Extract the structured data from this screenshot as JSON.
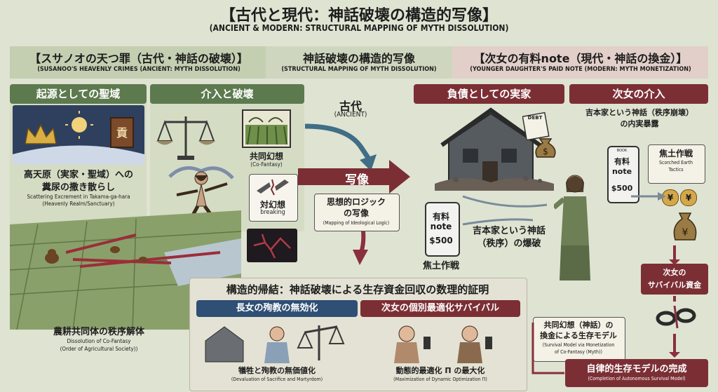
{
  "title": {
    "jp": "【古代と現代：神話破壊の構造的写像】",
    "en": "(ANCIENT & MODERN: STRUCTURAL MAPPING OF MYTH DISSOLUTION)"
  },
  "band": {
    "left_jp": "【スサノオの天つ罪（古代・神話の破壊）】",
    "left_en": "(SUSANOO'S HEAVENLY CRIMES (ANCIENT: MYTH DISSOLUTION)",
    "mid_jp": "神話破壊の構造的写像",
    "mid_en": "(STRUCTURAL MAPPING OF MYTH DISSOLUTION)",
    "right_jp": "【次女の有料note（現代・神話の換金）】",
    "right_en": "(YOUNGER DAUGHTER'S PAID NOTE (MODERN: MYTH MONETIZATION)"
  },
  "left": {
    "sanctuary_header": "起源としての聖域",
    "intervention_header": "介入と破壊",
    "book_glyph": "貢",
    "kyodo": "共同幻想",
    "kyodo_en": "(Co-Fantasy)",
    "tai": "対幻想",
    "tai_en": "breaking",
    "takama_jp1": "高天原（実家・聖域）への",
    "takama_jp2": "糞尿の撒き散らし",
    "takama_en1": "Scattering Excrement in Takama-ga-hara",
    "takama_en2": "(Heavenly Realm/Sanctuary)",
    "nogyo_jp": "農耕共同体の秩序解体",
    "nogyo_en1": "Dissolution of Co-Fantasy",
    "nogyo_en2": "(Order of Agricultural Society))"
  },
  "center": {
    "kodai": "古代",
    "kodai_en": "(ANCIENT)",
    "shazo": "写像",
    "logic_jp1": "思想的ロジック",
    "logic_jp2": "の写像",
    "logic_en": "(Mapping of Ideological Logic)"
  },
  "right": {
    "debt_header": "負債としての実家",
    "debt_label": "DEBT",
    "second_header": "次女の介入",
    "yoshimoto_jp1": "吉本家という神話（秩序崩壊）",
    "yoshimoto_jp2": "の内実暴露",
    "phone_line1": "有料",
    "phone_line2": "note",
    "phone_price": "$500",
    "phone_top": "BOOK",
    "shodo_jp": "焦土作戦",
    "shodo_en1": "Scorched Earth",
    "shodo_en2": "Tactics",
    "shodo_left": "焦土作戦",
    "bakuha1": "吉本家という神話",
    "bakuha2": "（秩序）の爆破",
    "yen": "¥",
    "shikin1": "次女の",
    "shikin2": "サバイバル資金",
    "kankin_jp1": "共同幻想（神話）の",
    "kankin_jp2": "換金による生存モデル",
    "kankin_en1": "(Survival Model via Monetization",
    "kankin_en2": "of Co-Fantasy (Myth))",
    "final_jp": "自律的生存モデルの完成",
    "final_en": "(Completion of Autonomous Survival Model)"
  },
  "bottom": {
    "header": "構造的帰結：神話破壊による生存資金回収の数理的証明",
    "eldest_header": "長女の殉教の無効化",
    "eldest_jp": "犠牲と殉教の無価値化",
    "eldest_en": "(Devaluation of Sacrifice and Martyrdom)",
    "younger_header": "次女の個別最適化サバイバル",
    "younger_jp": "動態的最適化 Π の最大化",
    "younger_en": "(Maximization of Dynamic Optimization Π)"
  },
  "colors": {
    "bg": "#dfe3d2",
    "green": "#5d7a4f",
    "red": "#7b2f35",
    "blue": "#2f4f74",
    "arrow_blue": "#3f6e86",
    "arrow_red": "#8a2f3d"
  }
}
